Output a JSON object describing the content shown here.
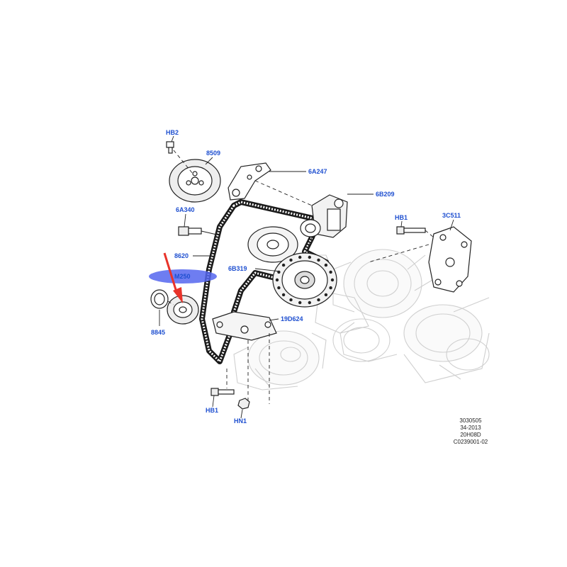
{
  "callouts": {
    "hb2": "HB2",
    "p8509": "8509",
    "p6a247": "6A247",
    "p6b209": "6B209",
    "p6a340": "6A340",
    "hb1_top": "HB1",
    "p3c511": "3C511",
    "p8620": "8620",
    "m250": "M250",
    "p6b319": "6B319",
    "p19d624": "19D624",
    "p8845": "8845",
    "hb1_bottom": "HB1",
    "hn1": "HN1"
  },
  "footer": {
    "line1": "3030505",
    "line2": "34-2013",
    "line3": "20H08D",
    "line4": "C0239001-02"
  },
  "colors": {
    "callout": "#1e4fd0",
    "highlight_ellipse": "#5566ee",
    "arrow": "#e8332a"
  }
}
